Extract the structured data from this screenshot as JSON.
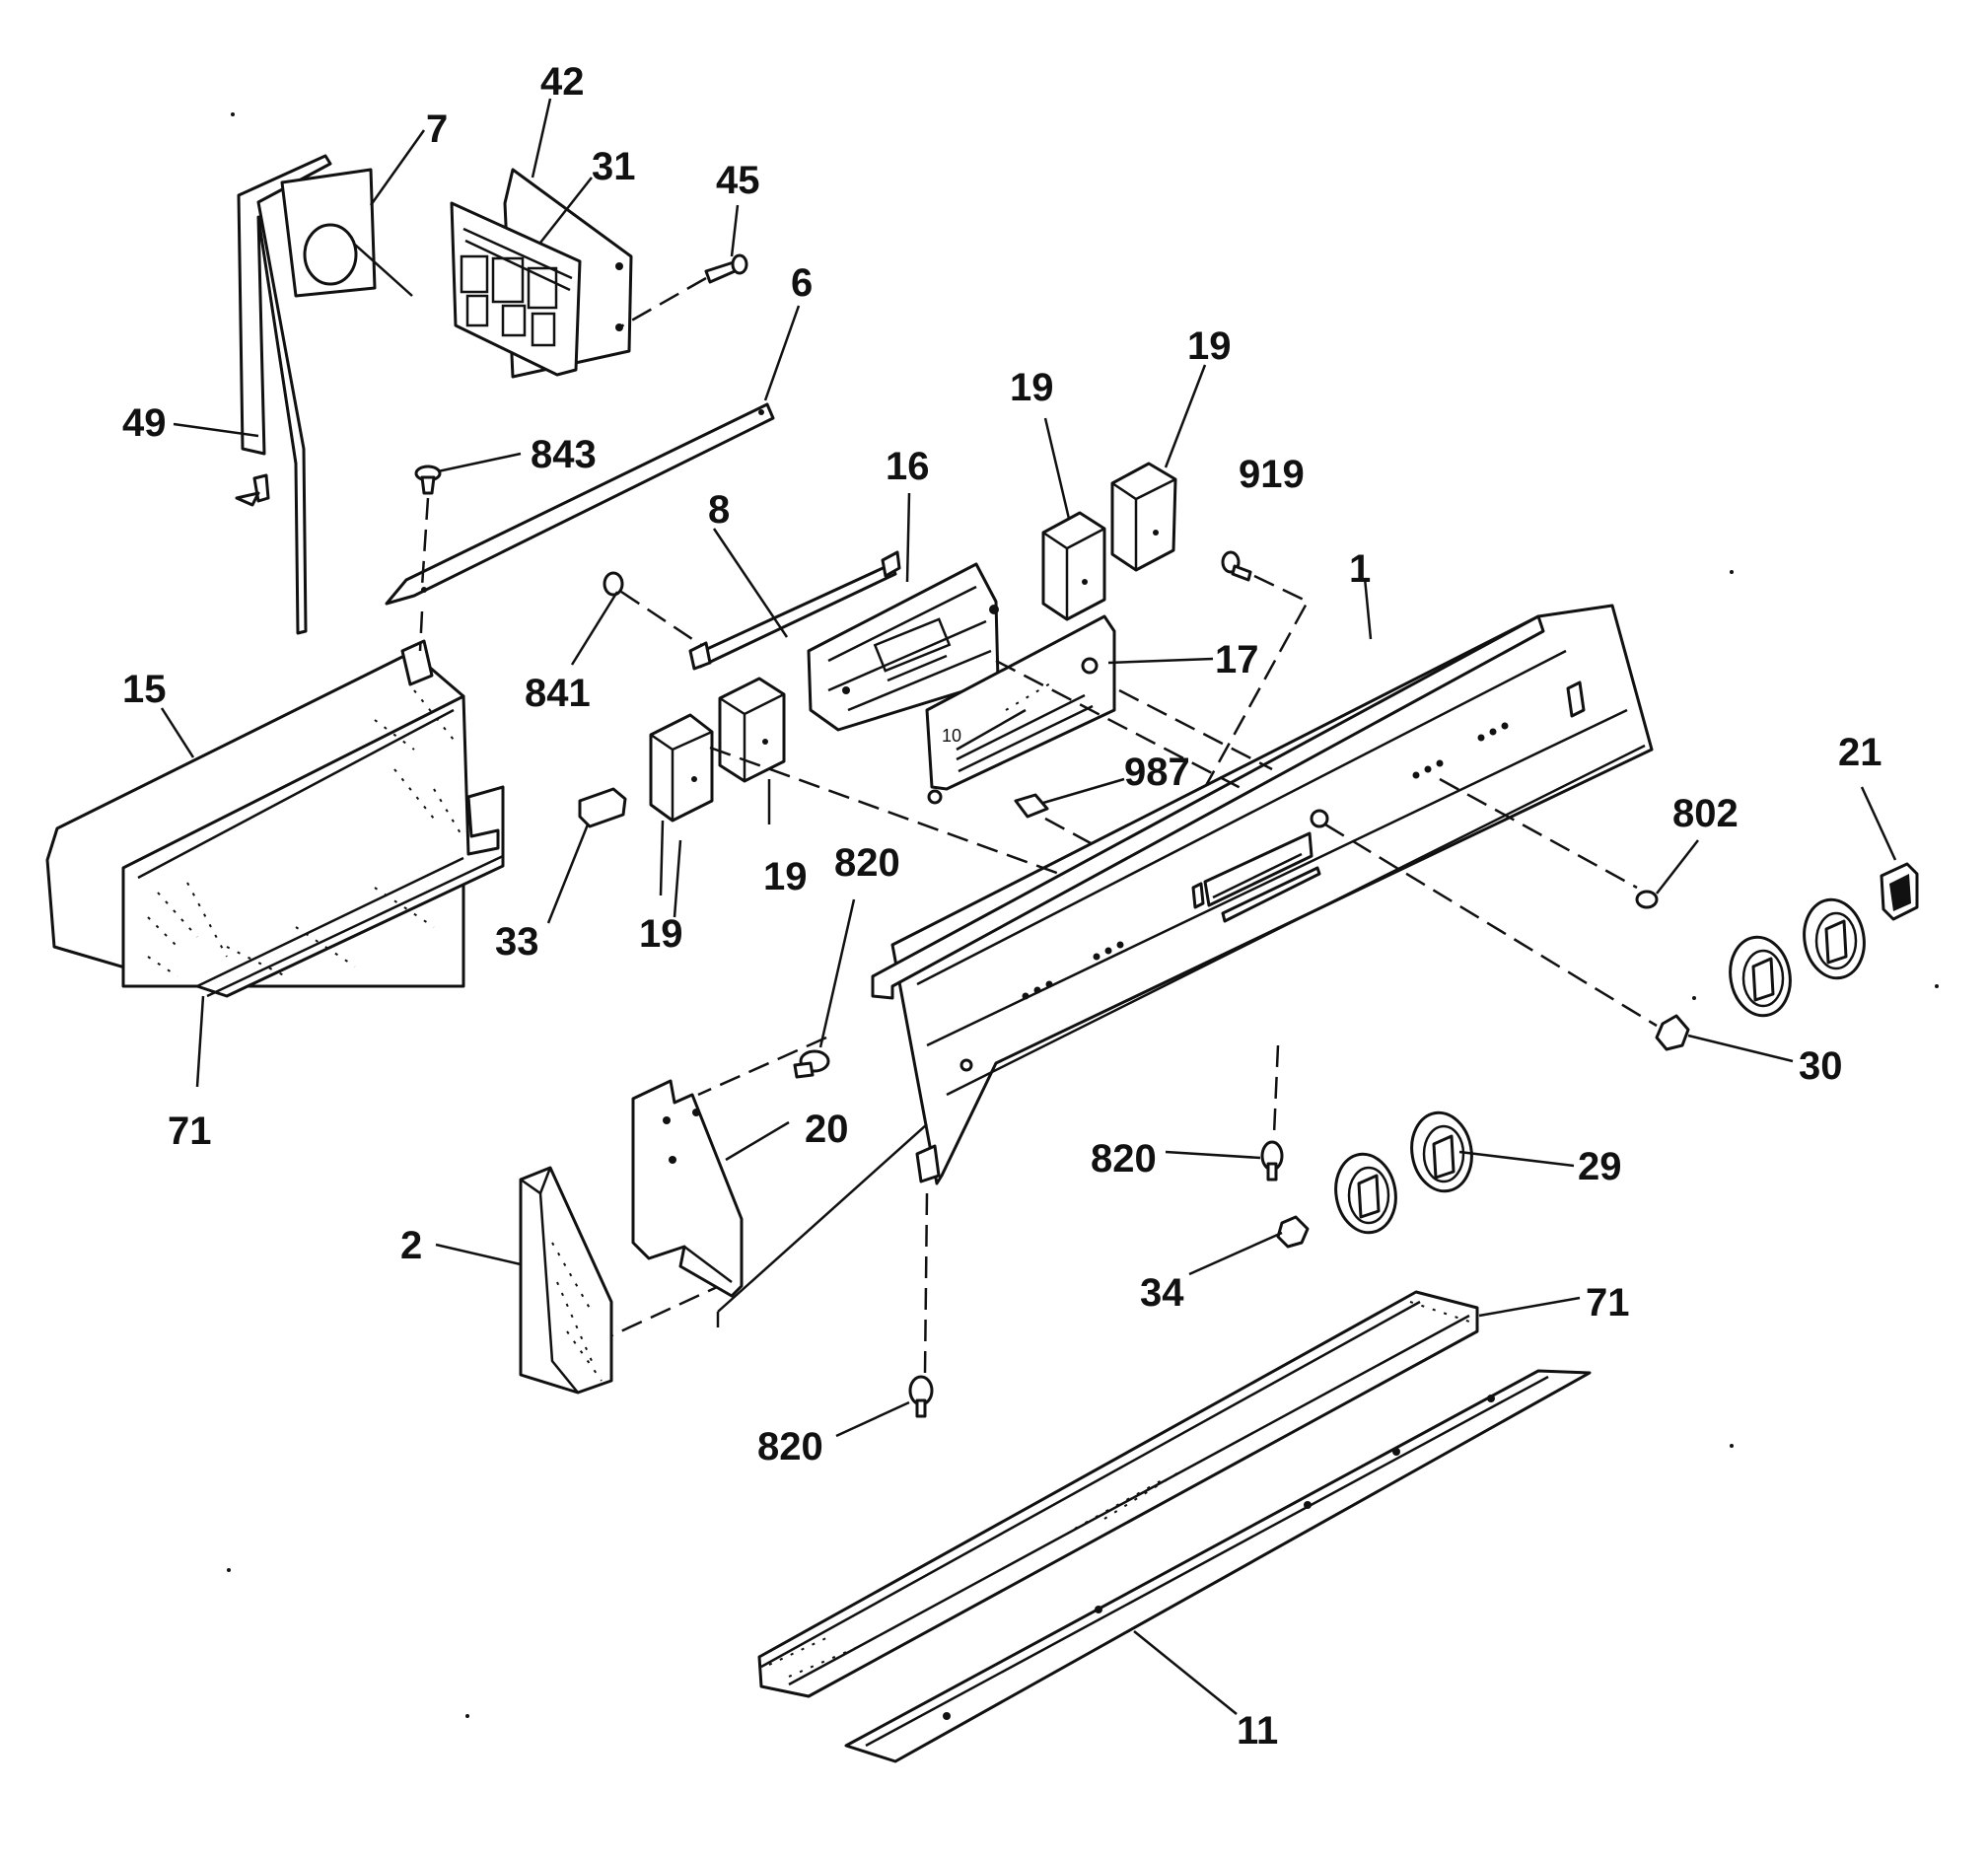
{
  "callouts": [
    {
      "id": "c-42",
      "text": "42"
    },
    {
      "id": "c-7",
      "text": "7"
    },
    {
      "id": "c-31",
      "text": "31"
    },
    {
      "id": "c-45",
      "text": "45"
    },
    {
      "id": "c-6",
      "text": "6"
    },
    {
      "id": "c-49",
      "text": "49"
    },
    {
      "id": "c-843",
      "text": "843"
    },
    {
      "id": "c-16",
      "text": "16"
    },
    {
      "id": "c-8",
      "text": "8"
    },
    {
      "id": "c-19a",
      "text": "19"
    },
    {
      "id": "c-19b",
      "text": "19"
    },
    {
      "id": "c-919",
      "text": "919"
    },
    {
      "id": "c-1",
      "text": "1"
    },
    {
      "id": "c-17",
      "text": "17"
    },
    {
      "id": "c-15",
      "text": "15"
    },
    {
      "id": "c-841",
      "text": "841"
    },
    {
      "id": "c-987",
      "text": "987"
    },
    {
      "id": "c-21",
      "text": "21"
    },
    {
      "id": "c-802",
      "text": "802"
    },
    {
      "id": "c-33",
      "text": "33"
    },
    {
      "id": "c-19c",
      "text": "19"
    },
    {
      "id": "c-19d",
      "text": "19"
    },
    {
      "id": "c-820a",
      "text": "820"
    },
    {
      "id": "c-30",
      "text": "30"
    },
    {
      "id": "c-71a",
      "text": "71"
    },
    {
      "id": "c-20",
      "text": "20"
    },
    {
      "id": "c-820b",
      "text": "820"
    },
    {
      "id": "c-29",
      "text": "29"
    },
    {
      "id": "c-2",
      "text": "2"
    },
    {
      "id": "c-34",
      "text": "34"
    },
    {
      "id": "c-71b",
      "text": "71"
    },
    {
      "id": "c-820c",
      "text": "820"
    },
    {
      "id": "c-11",
      "text": "11"
    }
  ]
}
